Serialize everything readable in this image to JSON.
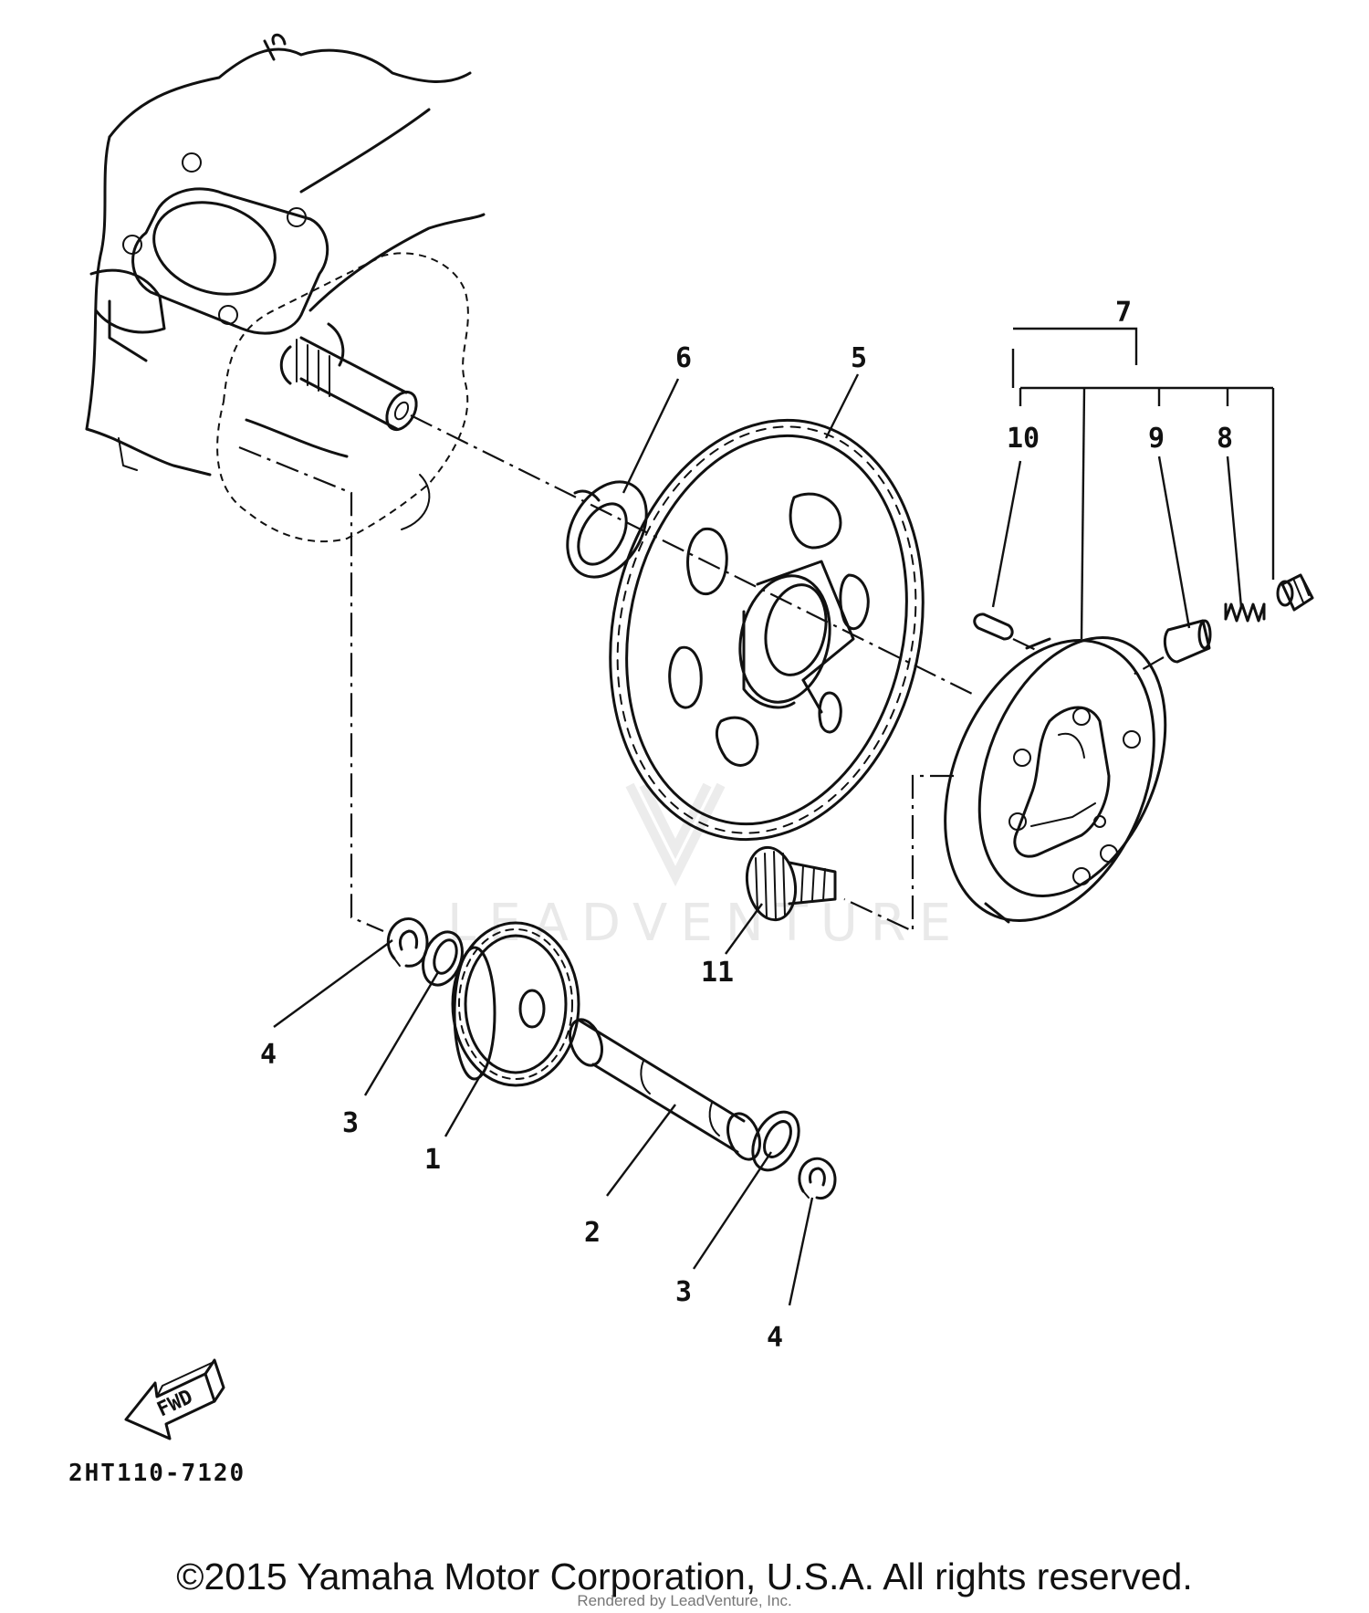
{
  "diagram": {
    "callouts": {
      "c1": "1",
      "c2": "2",
      "c3a": "3",
      "c3b": "3",
      "c4a": "4",
      "c4b": "4",
      "c5": "5",
      "c6": "6",
      "c7": "7",
      "c8": "8",
      "c9": "9",
      "c10": "10",
      "c11": "11"
    },
    "fwd_label": "FWD",
    "reference_code": "2HT110-7120",
    "watermark": "LEADVENTURE"
  },
  "footer": {
    "copyright": "©2015 Yamaha Motor Corporation, U.S.A. All rights reserved.",
    "rendered_by": "Rendered by LeadVenture, Inc."
  }
}
